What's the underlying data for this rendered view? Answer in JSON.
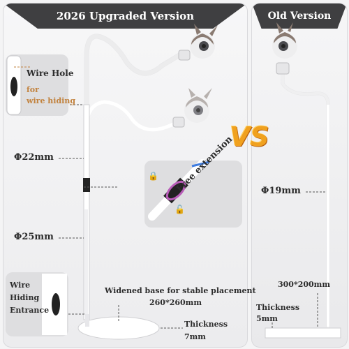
{
  "headers": {
    "new_version": "2026 Upgraded Version",
    "old_version": "Old Version"
  },
  "vs_badge": "VS",
  "new_labels": {
    "wire_hole_title": "Wire Hole",
    "wire_hole_sub_1": "for",
    "wire_hole_sub_2": "wire hiding",
    "diameter_upper": "Φ22mm",
    "diameter_lower": "Φ25mm",
    "free_extension": "Free extension",
    "wire_entrance_1": "Wire",
    "wire_entrance_2": "Hiding",
    "wire_entrance_3": "Entrance",
    "base_line_1": "Widened base for stable placement",
    "base_line_2": "260*260mm",
    "thickness_1": "Thickness",
    "thickness_2": "7mm"
  },
  "old_labels": {
    "diameter": "Φ19mm",
    "base": "300*200mm",
    "thickness_1": "Thickness",
    "thickness_2": "5mm"
  },
  "colors": {
    "banner": "#3f3f41",
    "accent_orange": "#c2833f",
    "vs_orange": "#f0a11f",
    "stand_white": "#ffffff",
    "clamp_black": "#222222"
  }
}
